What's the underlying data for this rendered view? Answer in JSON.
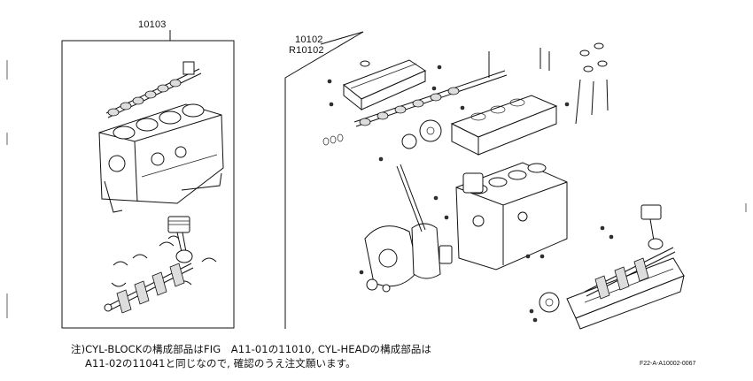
{
  "part_label_left": "10103",
  "part_label_right_1": "10102",
  "part_label_right_2": "R10102",
  "note": {
    "line1": "注)CYL-BLOCKの構成部品はFIG　A11-01の11010, CYL-HEADの構成部品は",
    "line2": "A11-02の11041と同じなので, 確認のうえ注文願います。"
  },
  "figure_code": "F22-A-A10002-0067",
  "icons": {
    "left_assembly": "short-block-assembly",
    "right_assembly": "complete-engine-exploded-view"
  }
}
